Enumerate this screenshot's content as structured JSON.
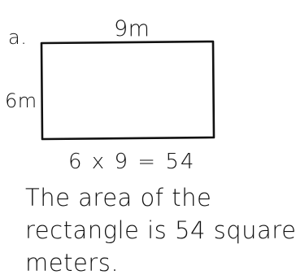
{
  "diagram": {
    "problem_label": "a.",
    "top_dimension": "9m",
    "left_dimension": "6m",
    "equation": "6 x 9 = 54"
  },
  "answer": {
    "line1": "The area of the",
    "line2": "rectangle is 54 square",
    "line3": "meters."
  },
  "colors": {
    "ink": "#111111",
    "paper": "#ffffff"
  }
}
